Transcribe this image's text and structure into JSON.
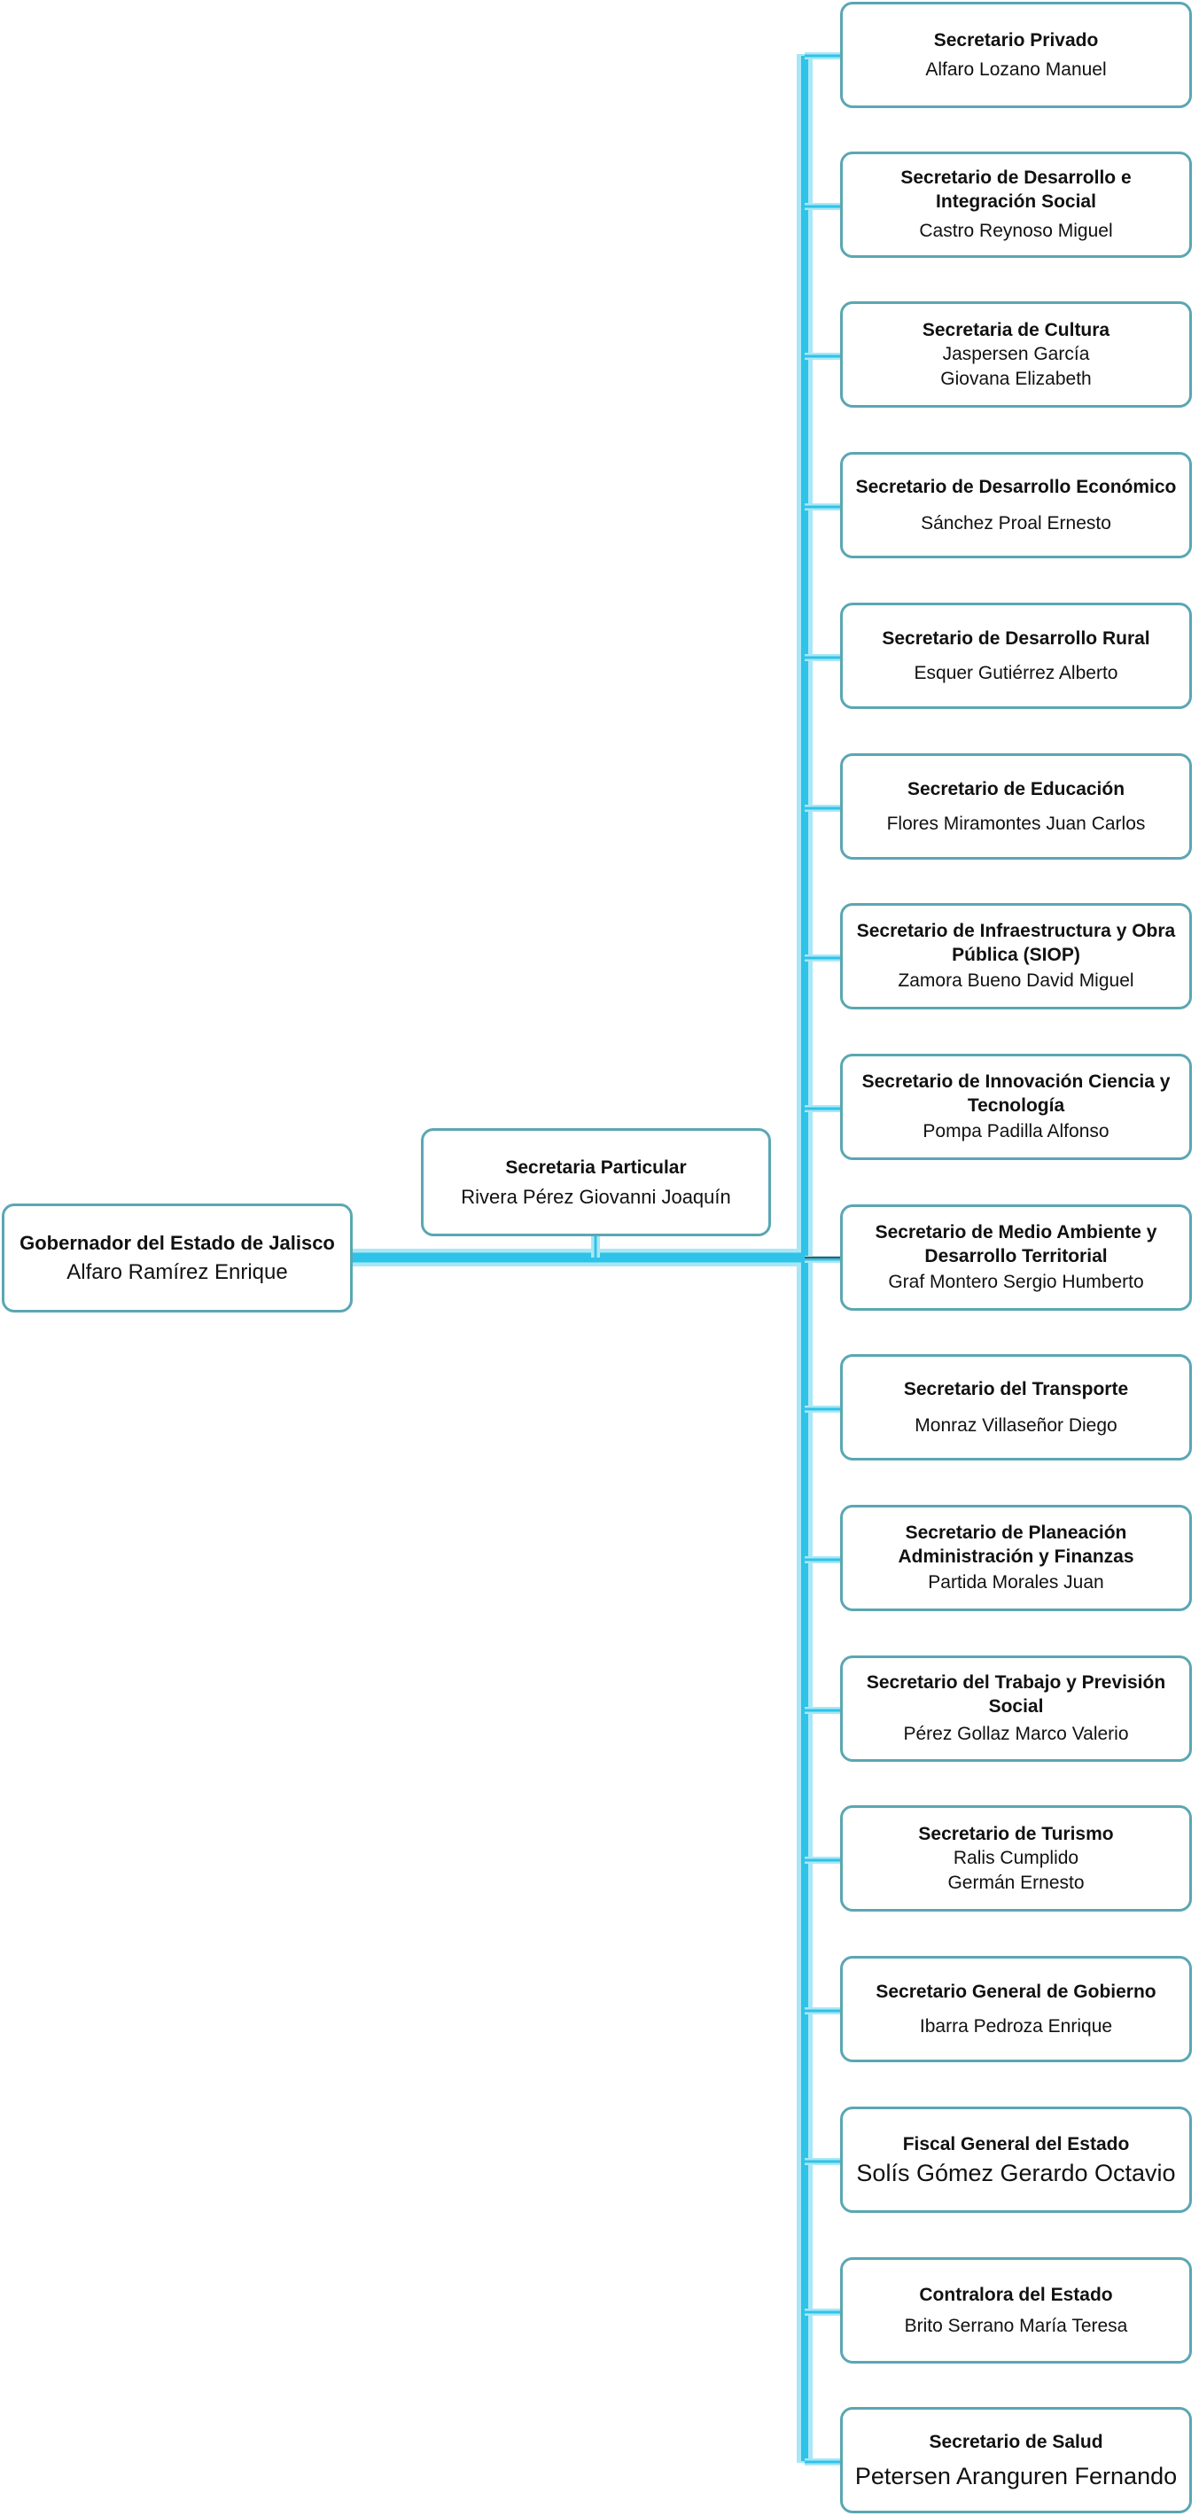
{
  "colors": {
    "connector": "#2ec3e8",
    "connector_glow": "#a9e7f6",
    "node_border": "#5aa7b2",
    "short_line": "#555555"
  },
  "governor": {
    "title": "Gobernador del Estado de Jalisco",
    "name": "Alfaro Ramírez Enrique"
  },
  "particular": {
    "title": "Secretaria Particular",
    "name": "Rivera Pérez Giovanni Joaquín"
  },
  "secretaries": [
    {
      "title": "Secretario Privado",
      "name": "Alfaro Lozano Manuel"
    },
    {
      "title": "Secretario de Desarrollo e Integración Social",
      "name": "Castro Reynoso Miguel"
    },
    {
      "title": "Secretaria de Cultura",
      "name": "Jaspersen García Giovana Elizabeth"
    },
    {
      "title": "Secretario de Desarrollo Económico",
      "name": "Sánchez Proal Ernesto"
    },
    {
      "title": "Secretario de Desarrollo Rural",
      "name": "Esquer Gutiérrez Alberto"
    },
    {
      "title": "Secretario de Educación",
      "name": "Flores Miramontes Juan Carlos"
    },
    {
      "title": "Secretario de Infraestructura y Obra Pública (SIOP)",
      "name": "Zamora Bueno David Miguel"
    },
    {
      "title": "Secretario de Innovación Ciencia y Tecnología",
      "name": "Pompa Padilla Alfonso"
    },
    {
      "title": "Secretario de Medio Ambiente y Desarrollo Territorial",
      "name": "Graf Montero Sergio Humberto"
    },
    {
      "title": "Secretario del Transporte",
      "name": "Monraz Villaseñor Diego"
    },
    {
      "title": "Secretario de Planeación Administración y Finanzas",
      "name": "Partida Morales Juan"
    },
    {
      "title": "Secretario del Trabajo y Previsión Social",
      "name": "Pérez Gollaz Marco Valerio"
    },
    {
      "title": "Secretario de Turismo",
      "name": "Ralis Cumplido Germán Ernesto"
    },
    {
      "title": "Secretario General de Gobierno",
      "name": "Ibarra Pedroza Enrique"
    },
    {
      "title": "Fiscal General del Estado",
      "name": "Solís Gómez Gerardo Octavio"
    },
    {
      "title": "Contralora del Estado",
      "name": "Brito Serrano María Teresa"
    },
    {
      "title": "Secretario de Salud",
      "name": "Petersen Aranguren Fernando"
    }
  ]
}
